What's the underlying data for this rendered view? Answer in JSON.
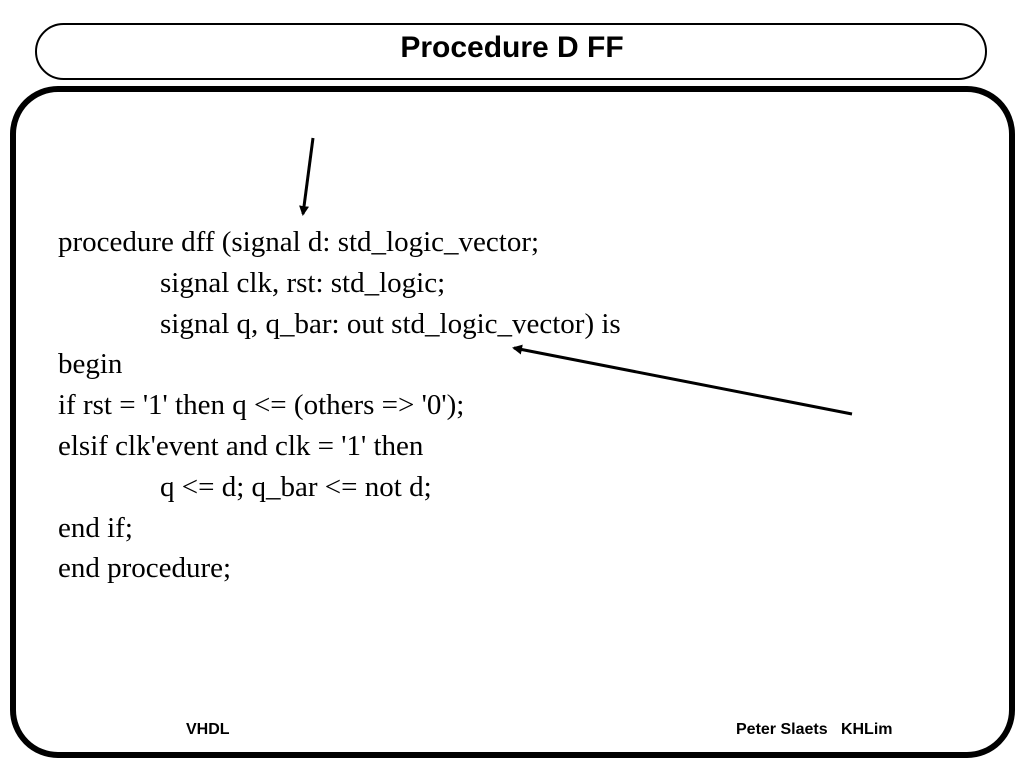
{
  "title": "Procedure D FF",
  "code_lines": [
    {
      "text": "procedure dff (signal d: std_logic_vector;",
      "indent": false
    },
    {
      "text": "signal clk, rst: std_logic;",
      "indent": true
    },
    {
      "text": "signal q, q_bar: out std_logic_vector) is",
      "indent": true
    },
    {
      "text": "begin",
      "indent": false
    },
    {
      "text": "if rst = '1' then q <= (others => '0');",
      "indent": false
    },
    {
      "text": "elsif clk'event and clk = '1' then",
      "indent": false
    },
    {
      "text": "q <= d; q_bar <= not d;",
      "indent": true
    },
    {
      "text": "end if;",
      "indent": false
    },
    {
      "text": "end procedure;",
      "indent": false
    }
  ],
  "footer": {
    "left": "VHDL",
    "right": "Peter Slaets   KHLim"
  },
  "colors": {
    "background": "#ffffff",
    "foreground": "#000000"
  }
}
